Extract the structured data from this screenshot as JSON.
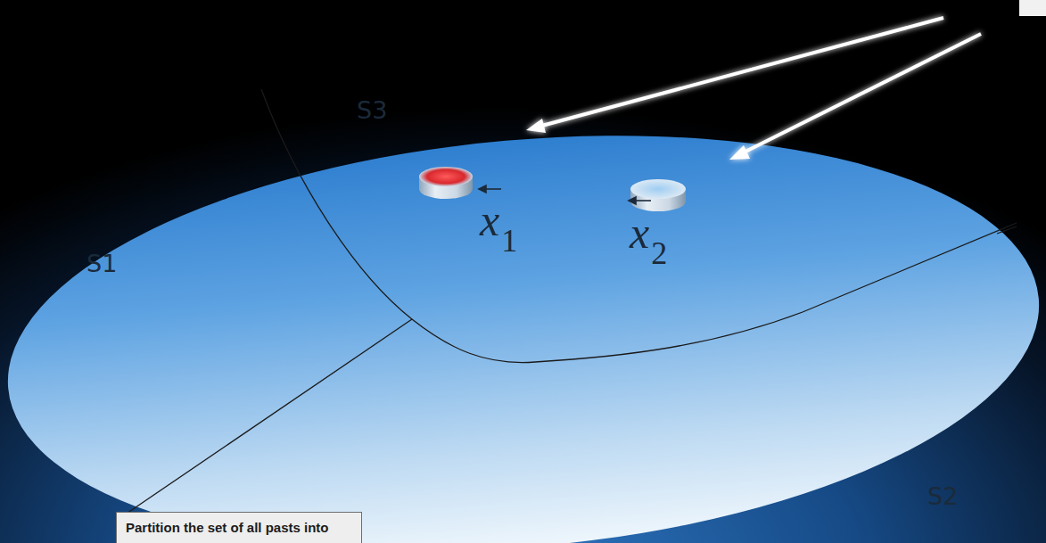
{
  "diagram": {
    "nodes": [
      {
        "text": [
          "Partition the set of all pasts into"
        ]
      }
    ],
    "labels": [
      "S3",
      "S1",
      "S2",
      "x1",
      "x2"
    ]
  }
}
